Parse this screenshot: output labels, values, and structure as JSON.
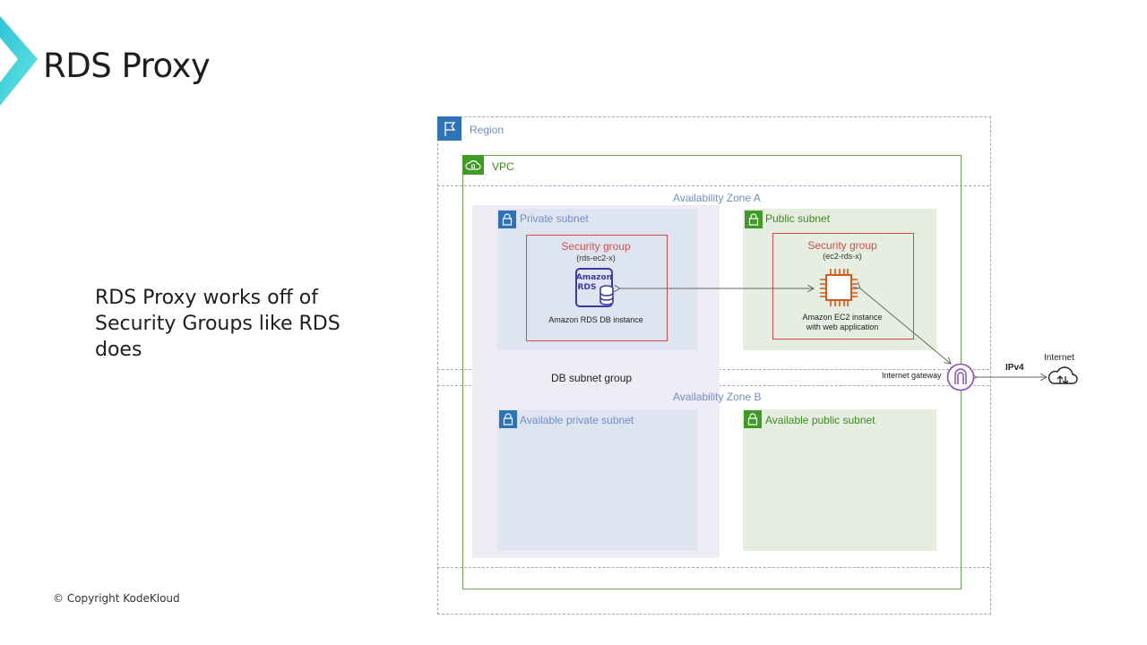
{
  "slide": {
    "title": "RDS Proxy",
    "body_text": "RDS Proxy works off of Security Groups like RDS does",
    "copyright": "© Copyright KodeKloud"
  },
  "diagram": {
    "region_label": "Region",
    "vpc_label": "VPC",
    "az_a_label": "Availability Zone A",
    "az_b_label": "Availability Zone B",
    "db_subnet_group_label": "DB subnet group",
    "private_subnet_label": "Private subnet",
    "public_subnet_label": "Public subnet",
    "available_private_subnet_label": "Available private subnet",
    "available_public_subnet_label": "Available public subnet",
    "rds_sg": {
      "title": "Security group",
      "name": "(rds-ec2-x)",
      "icon_text_1": "Amazon",
      "icon_text_2": "RDS",
      "caption": "Amazon RDS DB instance"
    },
    "ec2_sg": {
      "title": "Security group",
      "name": "(ec2-rds-x)",
      "caption_1": "Amazon EC2 instance",
      "caption_2": "with web application"
    },
    "internet_gateway_label": "Internet gateway",
    "ipv4_label": "IPv4",
    "internet_label": "Internet",
    "colors": {
      "region_blue": "#2e73b8",
      "vpc_green": "#3f9a26",
      "sg_red": "#d44a4a",
      "rds_purple": "#3b3ba8",
      "ec2_orange": "#d9561c",
      "igw_purple": "#8c4fb8"
    }
  }
}
